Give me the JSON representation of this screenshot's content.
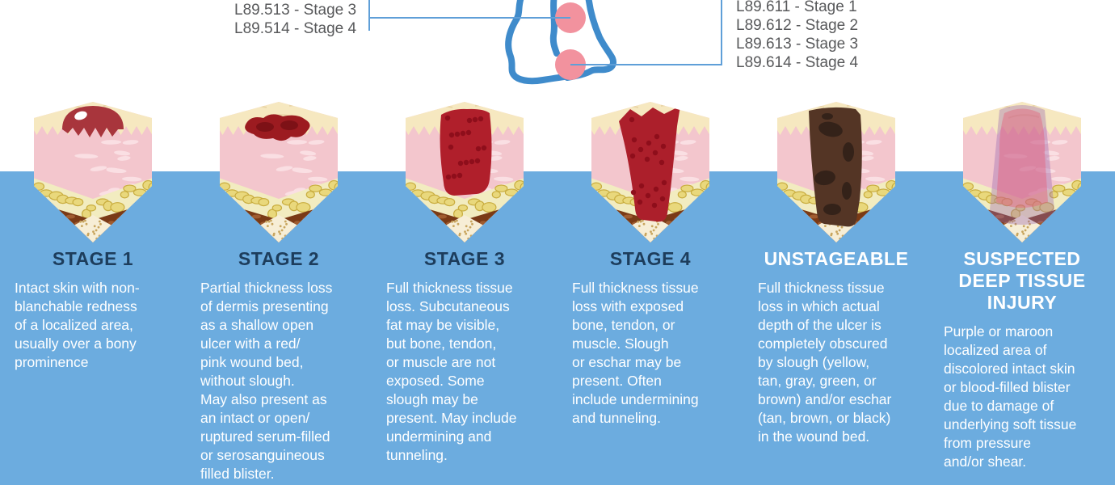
{
  "top": {
    "codes_left": [
      "L89.513 - Stage 3",
      "L89.514 - Stage 4"
    ],
    "codes_right": [
      "L89.611 - Stage 1",
      "L89.612 - Stage 2",
      "L89.613 - Stage 3",
      "L89.614 - Stage 4"
    ],
    "figure": {
      "icon": "foot-ankle-outline",
      "pressure_points": [
        "ankle-pressure-point",
        "heel-pressure-point"
      ]
    }
  },
  "colors": {
    "background_blue": "#6cacdf",
    "title_navy": "#1d3d5c",
    "text_white": "#ffffff",
    "code_text": "#58595b",
    "foot_outline_blue": "#3f8bcb",
    "connector_blue": "#5f9fd8",
    "pressure_point_pink": "#f2929e"
  },
  "stages": [
    {
      "id": "stage-1",
      "title": "STAGE 1",
      "title_color": "#1d3d5c",
      "wound": "dome-redness",
      "description": "Intact skin with non-\nblanchable redness\nof a localized area,\nusually over a bony\nprominence"
    },
    {
      "id": "stage-2",
      "title": "STAGE 2",
      "title_color": "#1d3d5c",
      "wound": "shallow-crater",
      "description": "Partial thickness loss\nof dermis presenting\nas a shallow open\nulcer with a red/\npink wound bed,\nwithout slough.\nMay also present as\nan intact or open/\nruptured serum-filled\nor serosanguineous\nfilled blister."
    },
    {
      "id": "stage-3",
      "title": "STAGE 3",
      "title_color": "#1d3d5c",
      "wound": "deep-wound",
      "description": "Full thickness tissue\nloss. Subcutaneous\nfat may be visible,\nbut bone, tendon,\nor muscle are not\nexposed. Some\nslough may be\npresent.  May include\nundermining and\ntunneling."
    },
    {
      "id": "stage-4",
      "title": "STAGE 4",
      "title_color": "#1d3d5c",
      "wound": "full-depth-wound",
      "description": "Full thickness tissue\nloss with exposed\nbone, tendon, or\nmuscle. Slough\nor eschar may be\npresent. Often\ninclude undermining\nand tunneling."
    },
    {
      "id": "unstageable",
      "title": "UNSTAGEABLE",
      "title_color": "#ffffff",
      "wound": "eschar-covered",
      "description": "Full thickness tissue\nloss in which actual\ndepth of the ulcer is\ncompletely obscured\nby slough (yellow,\ntan, gray, green, or\nbrown) and/or eschar\n(tan, brown, or black)\nin the wound bed."
    },
    {
      "id": "suspected-deep-tissue-injury",
      "title": "SUSPECTED\nDEEP TISSUE\nINJURY",
      "title_color": "#ffffff",
      "wound": "deep-tissue-shadow",
      "description": "Purple or maroon\nlocalized area of\ndiscolored intact skin\nor blood-filled blister\ndue to damage of\nunderlying soft tissue\nfrom pressure\nand/or shear."
    }
  ]
}
